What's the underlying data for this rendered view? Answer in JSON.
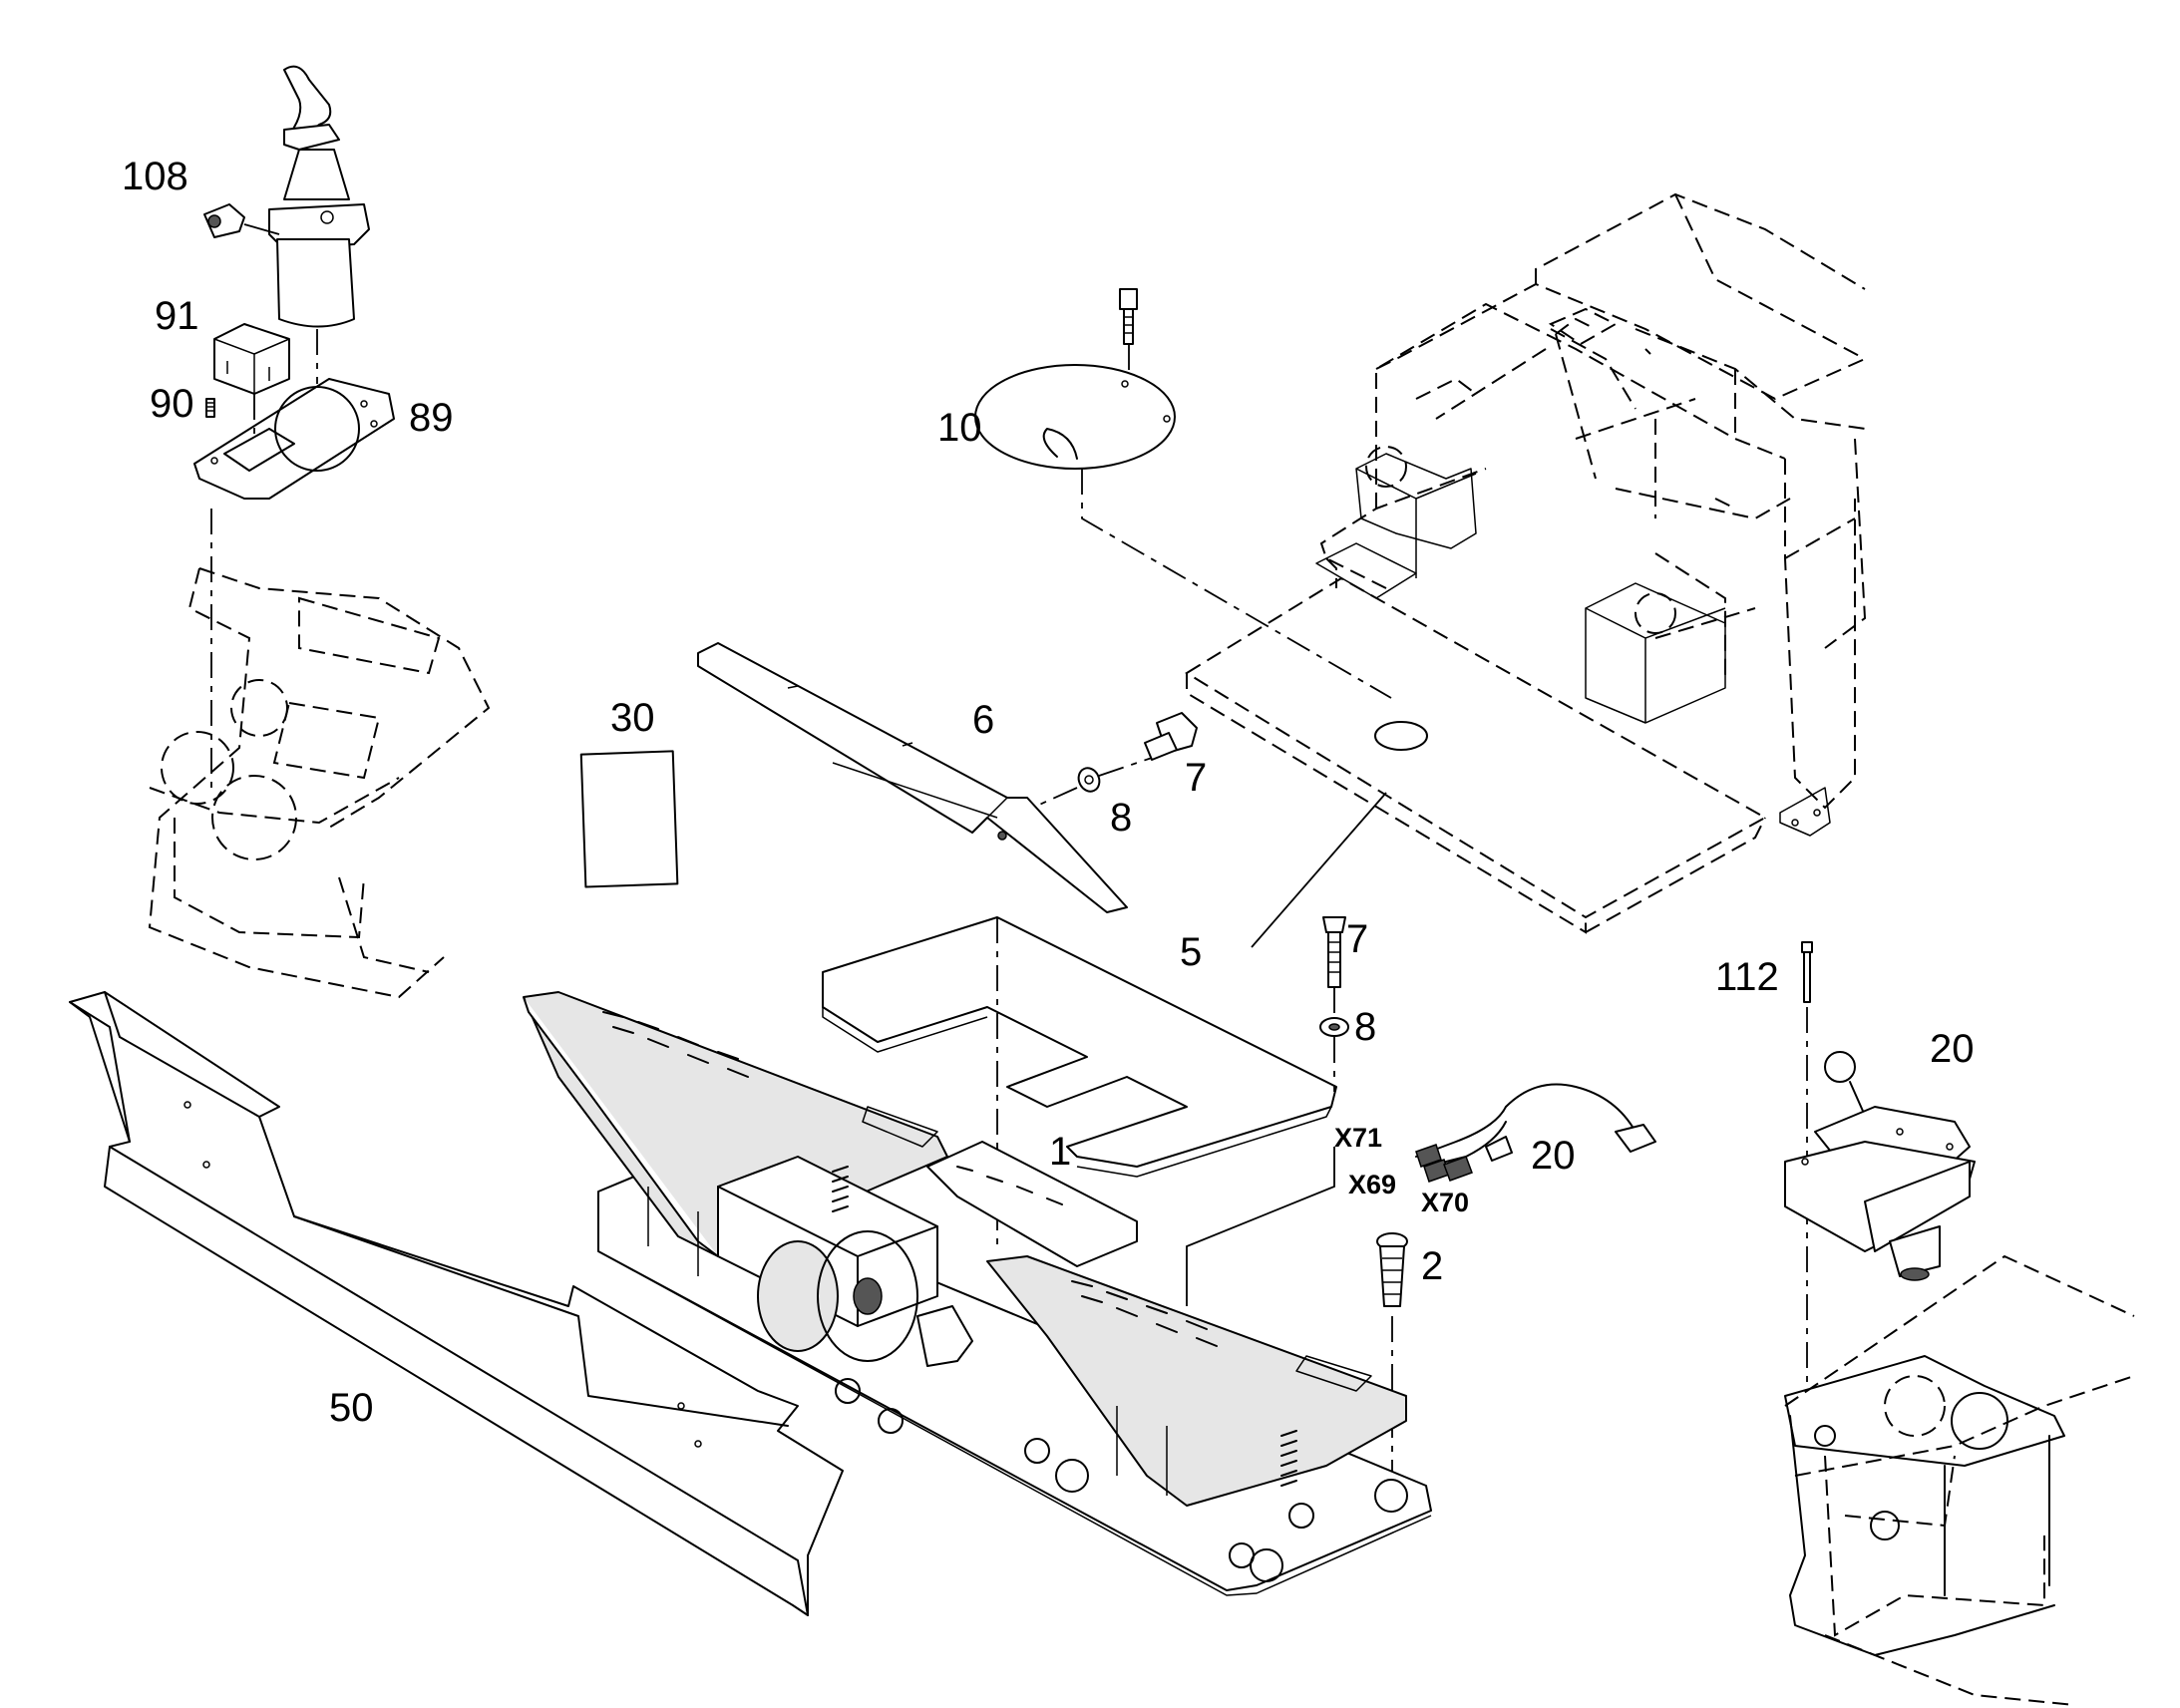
{
  "callouts": {
    "c108": "108",
    "c91": "91",
    "c90": "90",
    "c89": "89",
    "c10": "10",
    "c30": "30",
    "c6": "6",
    "c7a": "7",
    "c8a": "8",
    "c7b": "7",
    "c8b": "8",
    "c5": "5",
    "c1": "1",
    "c20a": "20",
    "c2": "2",
    "c50": "50",
    "c112": "112",
    "c20b": "20"
  },
  "connectors": {
    "x71": "X71",
    "x69": "X69",
    "x70": "X70"
  }
}
